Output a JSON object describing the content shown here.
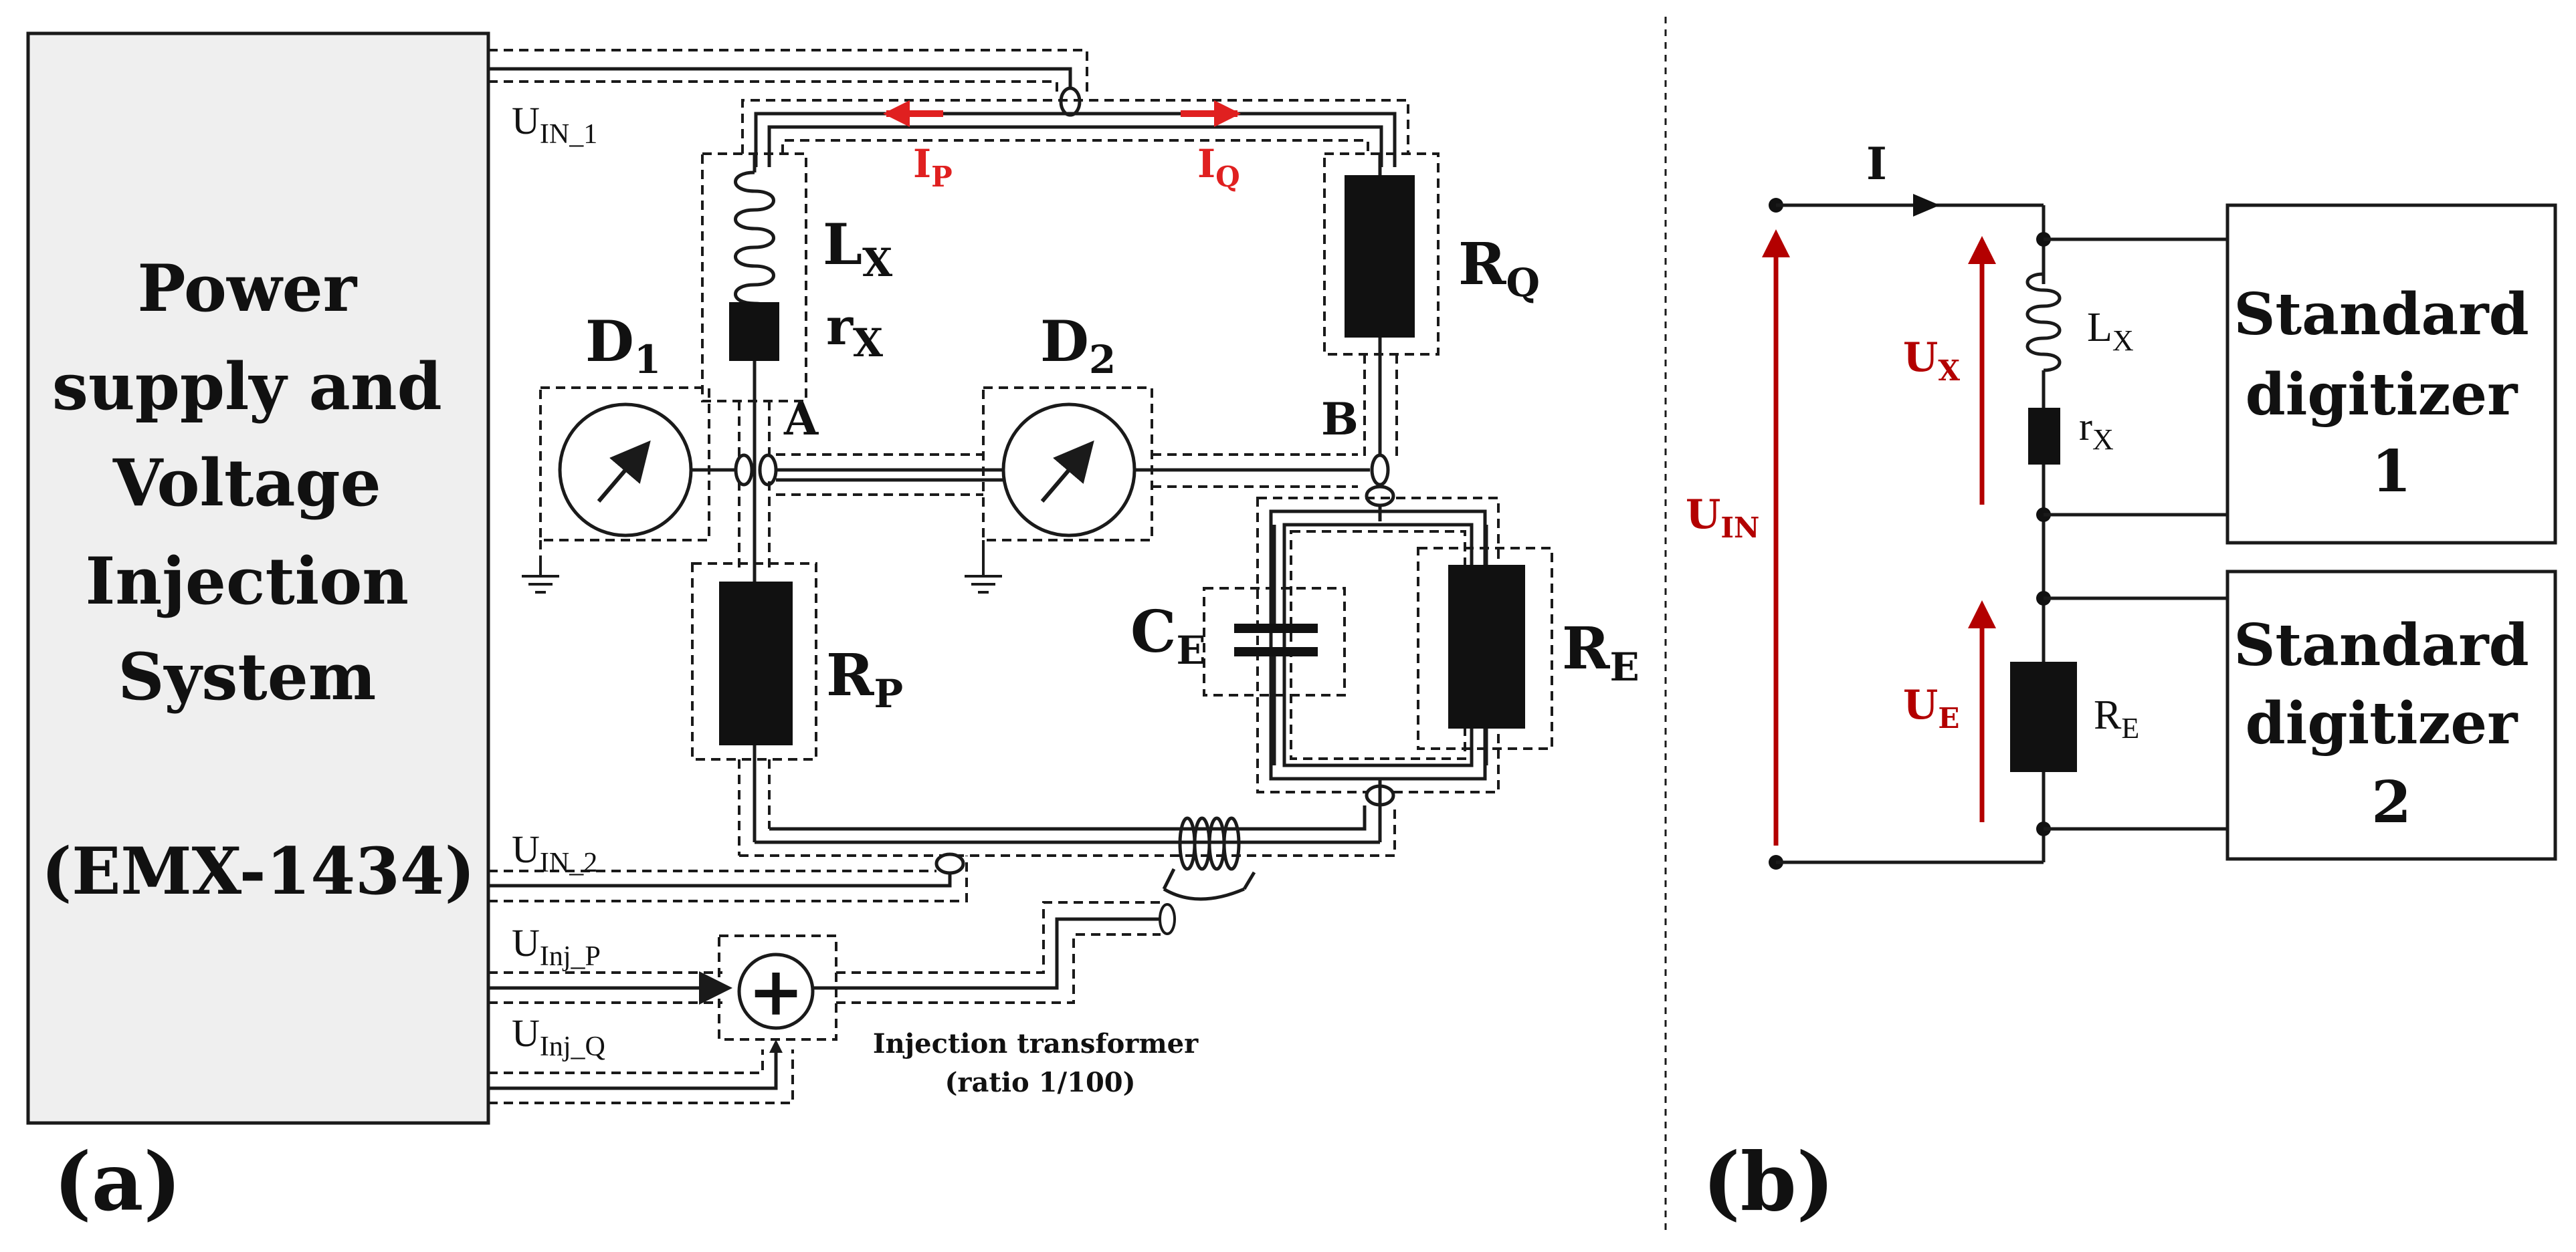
{
  "panel_a": {
    "panel_label": "(a)",
    "source_box": {
      "lines": [
        "Power",
        "supply and",
        "Voltage",
        "Injection",
        "System",
        "",
        "(EMX-1434)"
      ]
    },
    "signals": {
      "uin1": {
        "main": "U",
        "sub": "IN_1"
      },
      "uin2": {
        "main": "U",
        "sub": "IN_2"
      },
      "uinjp": {
        "main": "U",
        "sub": "Inj_P"
      },
      "uinjq": {
        "main": "U",
        "sub": "Inj_Q"
      }
    },
    "currents": {
      "ip": {
        "main": "I",
        "sub": "P"
      },
      "iq": {
        "main": "I",
        "sub": "Q"
      }
    },
    "components": {
      "lx": {
        "main": "L",
        "sub": "X"
      },
      "rx": {
        "main": "r",
        "sub": "X"
      },
      "rq": {
        "main": "R",
        "sub": "Q"
      },
      "rp": {
        "main": "R",
        "sub": "P"
      },
      "ce": {
        "main": "C",
        "sub": "E"
      },
      "re": {
        "main": "R",
        "sub": "E"
      },
      "d1": {
        "main": "D",
        "sub": "1"
      },
      "d2": {
        "main": "D",
        "sub": "2"
      }
    },
    "nodes": {
      "a": "A",
      "b": "B"
    },
    "summer_symbol": "+",
    "transformer": {
      "line1": "Injection transformer",
      "line2": "(ratio 1/100)"
    }
  },
  "panel_b": {
    "panel_label": "(b)",
    "current": "I",
    "voltages": {
      "uin": {
        "main": "U",
        "sub": "IN"
      },
      "ux": {
        "main": "U",
        "sub": "X"
      },
      "ue": {
        "main": "U",
        "sub": "E"
      }
    },
    "components": {
      "lx": {
        "main": "L",
        "sub": "X"
      },
      "rx": {
        "main": "r",
        "sub": "X"
      },
      "re": {
        "main": "R",
        "sub": "E"
      }
    },
    "digitizer1": [
      "Standard",
      "digitizer",
      "1"
    ],
    "digitizer2": [
      "Standard",
      "digitizer",
      "2"
    ]
  },
  "colors": {
    "voltage_current_labels": "#b30000",
    "source_box_fill": "#efefef",
    "line": "#1a1a1a"
  }
}
